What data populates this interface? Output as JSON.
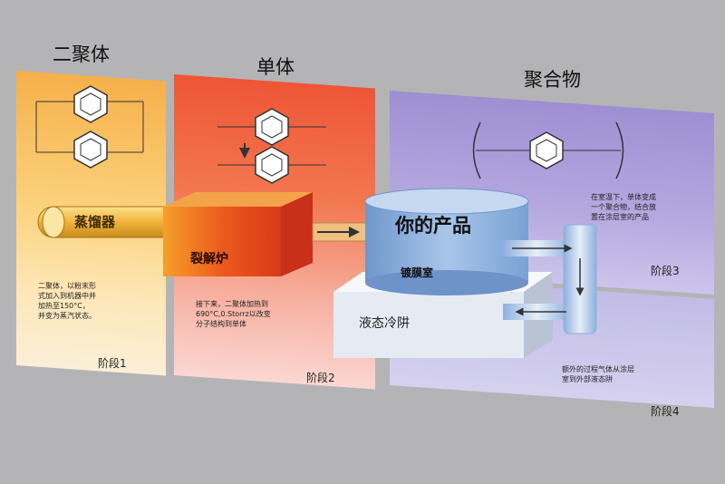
{
  "stages": [
    {
      "title": "二聚体",
      "stage_label": "阶段1",
      "description": [
        "二聚体，以粉末形",
        "式加入到机器中并",
        "加热至150°C，",
        "并变为蒸汽状态。"
      ]
    },
    {
      "title": "单体",
      "stage_label": "阶段2",
      "description": [
        "接下来，二聚体加热到",
        "690°C,0.Storrz以改变",
        "分子结构到单体"
      ]
    },
    {
      "title": "聚合物",
      "stage_label": "阶段3",
      "description": [
        "在室温下，单体变成",
        "一个聚合物，结合放",
        "置在涂层室的产品"
      ]
    },
    {
      "stage_label": "阶段4",
      "description": [
        "额外的过程气体从涂层",
        "室到外部液态阱"
      ]
    }
  ],
  "components": {
    "vaporizer": "蒸馏器",
    "pyrolysis_furnace": "裂解炉",
    "product": "你的产品",
    "coating_chamber": "镀膜室",
    "cold_trap": "液态冷阱"
  },
  "colors": {
    "stage1": "#f6b04a",
    "stage2": "#ee5536",
    "stage3": "#9e8fd3",
    "stage4": "#c2bce6",
    "vaporizer": "#f0b43a",
    "furnace": "#e8431f",
    "chamber": "#7fa6d6",
    "trap": "#e9edf5"
  }
}
